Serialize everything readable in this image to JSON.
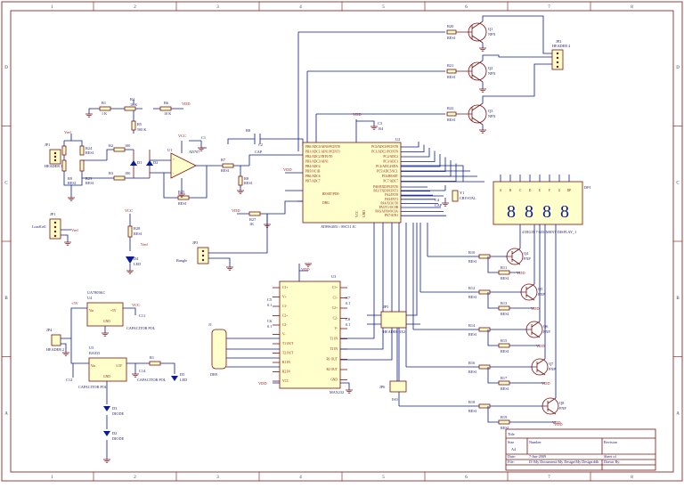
{
  "frame": {
    "columns": [
      "1",
      "2",
      "3",
      "4",
      "5",
      "6",
      "7",
      "8"
    ],
    "rows": [
      "D",
      "C",
      "B",
      "A"
    ]
  },
  "title_block": {
    "title_label": "Title",
    "size_label": "Size",
    "size_value": "A4",
    "number_label": "Number",
    "revision_label": "Revision",
    "date_label": "Date:",
    "date_value": "7-Jun-2009",
    "file_label": "File:",
    "file_value": "D:\\My Documents\\My Design\\My Design.ddb",
    "sheet_label": "Sheet  of",
    "drawn_label": "Drawn By:"
  },
  "mcu": {
    "ref": "U2",
    "name": "AT89S4051 / 89C51 JC",
    "left_pins": [
      "PB0/ADC0/AIN0/PCINT0",
      "PB1/ADC1/AIN1/PCINT1",
      "PB2/ADC2/INT0/T0",
      "PB3/ADC3/AIN1",
      "PB4/ADC4",
      "PB5/OC1B",
      "PB6/ADC6",
      "PB7/ADC7"
    ],
    "right_pins": [
      "PC0/ADC0/PCINT8",
      "PC1/ADC1/PCINT9",
      "PC2/ADC2",
      "PC3/ADC3",
      "PC4/ADC4/SDA",
      "PC5/ADC5/SCL",
      "PC6/RESET",
      "PC7/ADC7"
    ],
    "right_pins2": [
      "PA0/RXD/PCINT0",
      "PA1/TXD/PCINT1",
      "PA2/INT0",
      "PA3/INT1",
      "PA4/XCK/T0",
      "PA5/T1/OC0B",
      "PA6/AIN0/OC0A",
      "PA7/AIN1"
    ],
    "reset_label": "RESET/PD0",
    "pin_dbg": "DBG",
    "pin_vcc": "VCC",
    "pin_gnd": "GND"
  },
  "display": {
    "ref": "DP1",
    "name": "4 DIGIT 7-SEGMENT DISPLAY_1",
    "segments": [
      "A",
      "B",
      "C",
      "D",
      "E",
      "F",
      "G",
      "DP"
    ],
    "digits": [
      "8",
      "8",
      "8",
      "8"
    ]
  },
  "rs232": {
    "ref": "U3",
    "name": "MAX232",
    "left_pins": [
      "C1+",
      "V+",
      "C1-",
      "C2+",
      "C2-",
      "V-",
      "T1 OUT",
      "T2 OUT",
      "R1 IN",
      "R2 IN",
      "VCC"
    ],
    "right_pins": [
      "C1+",
      "C1-",
      "C2+",
      "C2-",
      "V-",
      "T1 IN",
      "T2 IN",
      "R1 OUT",
      "R2 OUT",
      "GND"
    ],
    "connector_ref": "J1",
    "connector_name": "DB9"
  },
  "opamp": {
    "ref": "U1",
    "name": "AD707"
  },
  "reg1": {
    "ref": "U4",
    "name": "UA7805KC",
    "in": "Vin",
    "out": "+5V",
    "gnd": "GND"
  },
  "reg2": {
    "ref": "U5",
    "name": "BA033",
    "in": "Vin",
    "out": "3.3V",
    "gnd": "GND"
  },
  "transistors": [
    {
      "ref": "Q1",
      "type": "NPN"
    },
    {
      "ref": "Q2",
      "type": "NPN"
    },
    {
      "ref": "Q3",
      "type": "NPN"
    },
    {
      "ref": "Q4",
      "type": "PNP"
    },
    {
      "ref": "Q5",
      "type": "PNP"
    },
    {
      "ref": "Q6",
      "type": "PNP"
    },
    {
      "ref": "Q7",
      "type": "PNP"
    },
    {
      "ref": "Q8",
      "type": "PNP"
    }
  ],
  "resistors_top": [
    {
      "ref": "R20",
      "val": "RES1"
    },
    {
      "ref": "R21",
      "val": "RES1"
    },
    {
      "ref": "R22",
      "val": "RES1"
    }
  ],
  "resistors_right": [
    {
      "ref": "R10",
      "val": "RES1"
    },
    {
      "ref": "R11",
      "val": "RES1"
    },
    {
      "ref": "R12",
      "val": "RES1"
    },
    {
      "ref": "R13",
      "val": "RES1"
    },
    {
      "ref": "R14",
      "val": "RES1"
    },
    {
      "ref": "R15",
      "val": "RES1"
    },
    {
      "ref": "R16",
      "val": "RES1"
    },
    {
      "ref": "R17",
      "val": "RES1"
    },
    {
      "ref": "R18",
      "val": "RES1"
    },
    {
      "ref": "R19",
      "val": "RES1"
    }
  ],
  "headers": [
    {
      "ref": "JP1",
      "name": "HEADER 3"
    },
    {
      "ref": "JP2",
      "name": "HEADER 4"
    },
    {
      "ref": "JP3",
      "name": "Bungle"
    },
    {
      "ref": "JP4",
      "name": "HEADER 2"
    },
    {
      "ref": "JP5",
      "name": "HEADER 3X2"
    },
    {
      "ref": "JP6",
      "name": "ISO"
    },
    {
      "ref": "JP7",
      "name": "LoadCell"
    }
  ],
  "misc_labels": {
    "gain_network": [
      "R1",
      "1 K",
      "R4",
      "10 K",
      "R5",
      "500 K",
      "R6",
      "10 K",
      "R2",
      "100",
      "R3",
      "100",
      "R7",
      "RES1",
      "R8",
      "RES1",
      "R9",
      "RES1",
      "R23",
      "RES1",
      "R24",
      "RES1",
      "R25",
      "RES1",
      "R26",
      "RES1",
      "R27",
      "1K",
      "R28",
      "RES1"
    ],
    "caps": [
      "C1",
      "C2",
      "C3",
      "C4",
      "C5",
      "C6",
      "C7",
      "C8",
      "C9",
      "C10",
      "C11",
      "C12",
      "C13",
      "C14",
      "C15"
    ],
    "cap_vals": [
      "CAP",
      "0.1",
      "104",
      "CAPACITOR POL",
      "CAP"
    ],
    "diodes": [
      "D1",
      "D2",
      "D3",
      "D4",
      "D5",
      "DIODE",
      "DIODE",
      "LED"
    ],
    "y1": "Y1",
    "crystal": "CRYSTAL"
  },
  "power": {
    "vcc": "VCC",
    "vdd": "VDD",
    "vref": "Vref",
    "plus5": "+5V",
    "plus3": "3.3V"
  }
}
